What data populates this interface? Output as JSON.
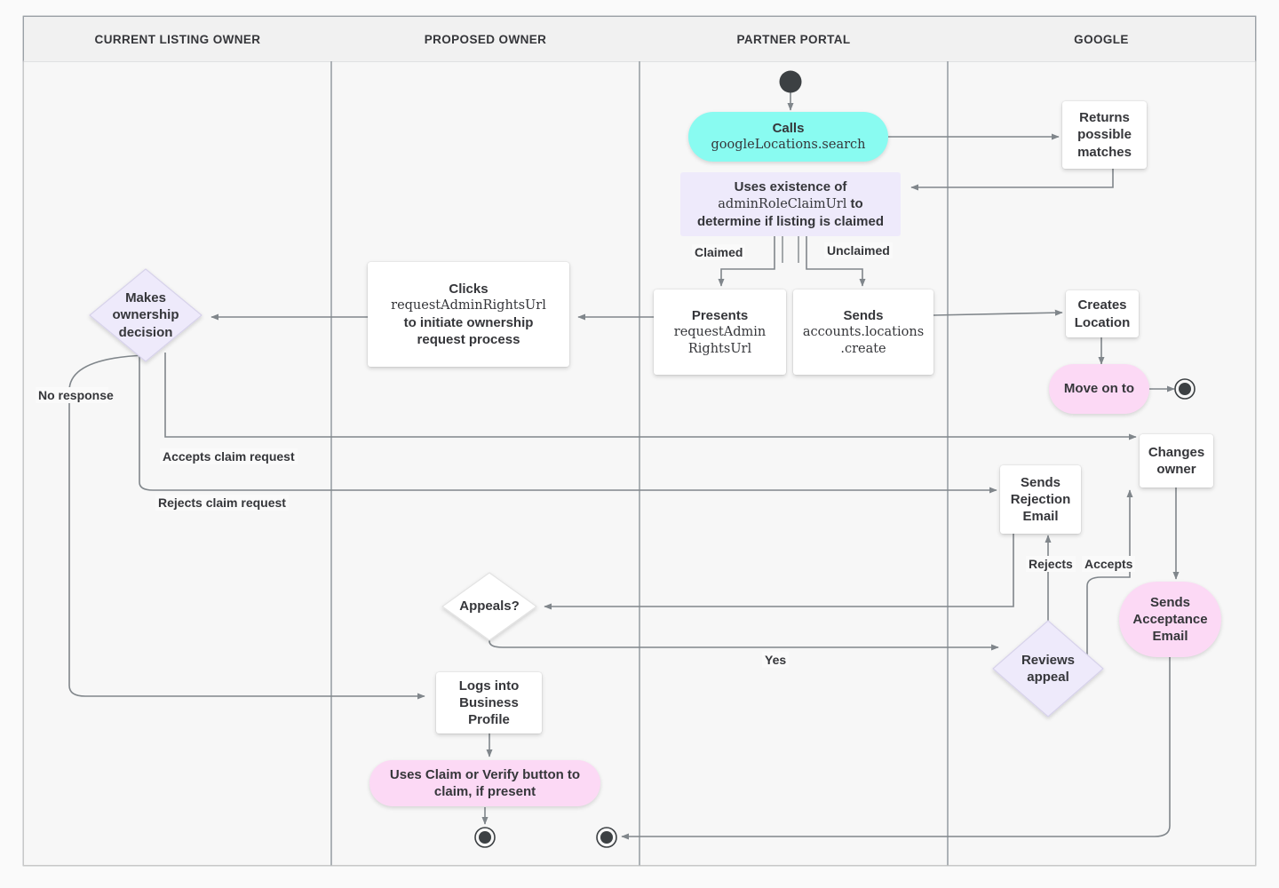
{
  "diagram": {
    "title": "Business Profile listing ownership transfer flow",
    "background": "#fafafa",
    "accent_cyan": "#89fbf1",
    "accent_pink": "#fcd9f5",
    "accent_lavender": "#eeeafb",
    "line_color": "#80868b",
    "text_color": "#35363a"
  },
  "lanes": [
    {
      "id": "current-listing-owner",
      "label": "CURRENT LISTING OWNER"
    },
    {
      "id": "proposed-owner",
      "label": "PROPOSED OWNER"
    },
    {
      "id": "partner-portal",
      "label": "PARTNER PORTAL"
    },
    {
      "id": "google",
      "label": "GOOGLE"
    }
  ],
  "nodes": {
    "start_partner": {
      "type": "start-circle",
      "label": ""
    },
    "calls_search": {
      "type": "stadium",
      "lane": "partner-portal",
      "line1": "Calls",
      "line2": "googleLocations.search"
    },
    "returns_matches": {
      "type": "rect",
      "lane": "google",
      "label": "Returns possible matches"
    },
    "uses_existence": {
      "type": "note",
      "lane": "partner-portal",
      "line1": "Uses existence of",
      "line2": "adminRoleClaimUrl",
      "line3": "to",
      "line4": "determine if listing is claimed"
    },
    "presents_url": {
      "type": "rect",
      "lane": "partner-portal",
      "line1": "Presents",
      "line2": "requestAdmin",
      "line3": "RightsUrl"
    },
    "sends_create": {
      "type": "rect",
      "lane": "partner-portal",
      "line1": "Sends",
      "line2": "accounts.locations",
      "line3": ".create"
    },
    "creates_location": {
      "type": "rect",
      "lane": "google",
      "label": "Creates Location"
    },
    "move_on_to": {
      "type": "stadium-pink",
      "lane": "google",
      "label": "Move on to"
    },
    "end_google": {
      "type": "end-circle",
      "label": ""
    },
    "clicks_request": {
      "type": "rect",
      "lane": "proposed-owner",
      "line1": "Clicks",
      "line2": "requestAdminRightsUrl",
      "line3": "to initiate ownership",
      "line4": "request process"
    },
    "makes_decision": {
      "type": "diamond-lav",
      "lane": "current-listing-owner",
      "label": "Makes ownership decision"
    },
    "changes_owner": {
      "type": "rect",
      "lane": "google",
      "label": "Changes owner"
    },
    "sends_rejection": {
      "type": "rect",
      "lane": "google",
      "label": "Sends Rejection Email"
    },
    "sends_acceptance": {
      "type": "stadium-pink",
      "lane": "google",
      "label": "Sends Acceptance Email"
    },
    "appeals": {
      "type": "diamond-white",
      "lane": "proposed-owner",
      "label": "Appeals?"
    },
    "reviews_appeal": {
      "type": "diamond-lav",
      "lane": "google",
      "label": "Reviews appeal"
    },
    "logs_into": {
      "type": "rect",
      "lane": "proposed-owner",
      "label": "Logs into Business Profile"
    },
    "uses_claim_button": {
      "type": "stadium-pink",
      "lane": "proposed-owner",
      "label": "Uses Claim or Verify button to claim, if present"
    },
    "end_proposed": {
      "type": "end-circle",
      "label": ""
    },
    "end_partner": {
      "type": "end-circle",
      "label": ""
    }
  },
  "edge_labels": {
    "claimed": "Claimed",
    "unclaimed": "Unclaimed",
    "no_response": "No response",
    "accepts_claim": "Accepts claim request",
    "rejects_claim": "Rejects claim request",
    "rejects": "Rejects",
    "accepts": "Accepts",
    "yes": "Yes"
  }
}
